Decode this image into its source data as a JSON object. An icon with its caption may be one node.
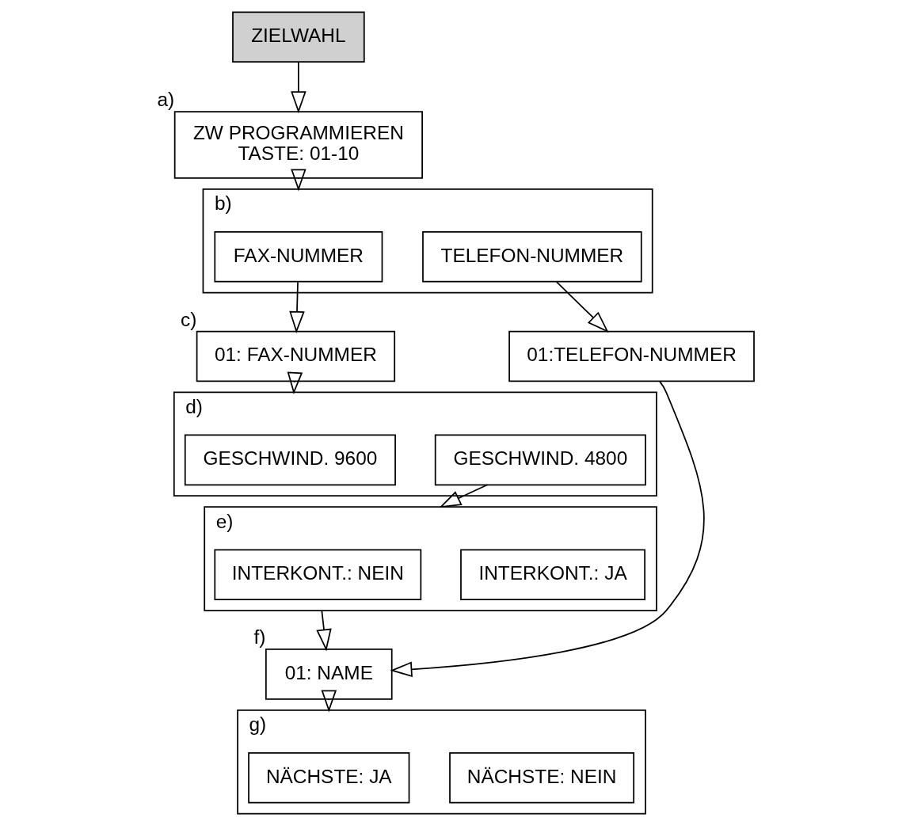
{
  "diagram": {
    "nodes": [
      {
        "text": [
          "ZIELWAHL"
        ]
      },
      {
        "text": [
          "ZW PROGRAMMIEREN",
          "TASTE: 01-10"
        ],
        "beside": [
          "a)"
        ]
      },
      {
        "text": [],
        "shape": "box",
        "beside": [
          "b)"
        ]
      },
      {
        "text": [
          "FAX-NUMMER"
        ],
        "in": 2
      },
      {
        "text": [
          "TELEFON-NUMMER"
        ],
        "in": 2
      },
      {
        "text": [
          "01: FAX-NUMMER"
        ],
        "beside": [
          "c)"
        ]
      },
      {
        "text": [
          "01:TELEFON-NUMMER"
        ]
      },
      {
        "text": [],
        "shape": "box",
        "beside": [
          "d)"
        ]
      },
      {
        "text": [
          "GESCHWIND. 9600"
        ],
        "in": 7
      },
      {
        "text": [
          "GESCHWIND. 4800"
        ],
        "in": 7
      },
      {
        "text": [],
        "shape": "box",
        "beside": [
          "e)"
        ]
      },
      {
        "text": [
          "INTERKONT.: NEIN"
        ],
        "in": 10
      },
      {
        "text": [
          "INTERKONT.: JA"
        ],
        "in": 10
      },
      {
        "text": [
          "01: NAME"
        ],
        "beside": [
          "f)"
        ]
      },
      {
        "text": [],
        "shape": "box",
        "beside": [
          "g)"
        ]
      },
      {
        "text": [
          "NÄCHSTE: JA"
        ],
        "in": 14
      },
      {
        "text": [
          "NÄCHSTE: NEIN"
        ],
        "in": 14
      }
    ],
    "edges": [
      {
        "from": 0,
        "to": 1,
        "arrow": "to"
      },
      {
        "from": 1,
        "to": 2,
        "arrow": "to"
      },
      {
        "from": 3,
        "to": 5,
        "arrow": "to"
      },
      {
        "from": 4,
        "to": 6,
        "arrow": "to"
      },
      {
        "from": 5,
        "to": 7,
        "arrow": "to"
      },
      {
        "from": 9,
        "to": 10,
        "arrow": "to"
      },
      {
        "from": 6,
        "to": 13,
        "arrow": "to"
      },
      {
        "from": 10,
        "to": 13,
        "arrow": "to"
      },
      {
        "from": 13,
        "to": 14,
        "arrow": "to"
      }
    ]
  }
}
